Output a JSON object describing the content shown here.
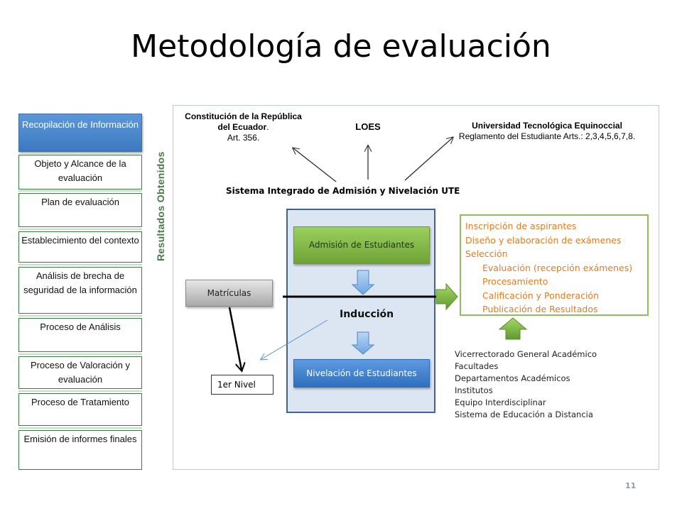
{
  "title": "Metodología de evaluación",
  "sidebar": {
    "items": [
      {
        "label": "Recopilación de Información"
      },
      {
        "label": "Objeto y Alcance de la evaluación"
      },
      {
        "label": "Plan de evaluación"
      },
      {
        "label": "Establecimiento del contexto"
      },
      {
        "label": "Análisis de brecha de seguridad de la información"
      },
      {
        "label": "Proceso de Análisis"
      },
      {
        "label": "Proceso de Valoración y evaluación"
      },
      {
        "label": "Proceso de Tratamiento"
      },
      {
        "label": "Emisión de informes finales"
      }
    ],
    "vertical_label": "Resultados Obtenidos"
  },
  "diagram": {
    "constitucion": {
      "bold": "Constitución de la República del Ecuador",
      "rest": ".",
      "article": "Art. 356."
    },
    "loes": "LOES",
    "ute": {
      "bold": "Universidad Tecnológica Equinoccial",
      "detail": "Reglamento del Estudiante Arts.: 2,3,4,5,6,7,8."
    },
    "sistema": "Sistema Integrado de Admisión y Nivelación UTE",
    "admision": "Admisión de Estudiantes",
    "induccion": "Inducción",
    "nivelacion": "Nivelación de Estudiantes",
    "matriculas": "Matrículas",
    "primer_nivel": "1er Nivel",
    "process_list": [
      {
        "text": "Inscripción de aspirantes",
        "indent": false
      },
      {
        "text": "Diseño y elaboración de exámenes",
        "indent": false
      },
      {
        "text": "Selección",
        "indent": false
      },
      {
        "text": "Evaluación (recepción exámenes)",
        "indent": true
      },
      {
        "text": "Procesamiento",
        "indent": true
      },
      {
        "text": "Calificación y Ponderación",
        "indent": true
      },
      {
        "text": "Publicación de Resultados",
        "indent": true
      }
    ],
    "institutions": [
      "Vicerrectorado General Académico",
      "Facultades",
      "Departamentos Académicos",
      "Institutos",
      "Equipo Interdisciplinar",
      "Sistema de Educación a Distancia"
    ]
  },
  "page_number": "11",
  "colors": {
    "accent_blue": "#3d79c0",
    "accent_green": "#7ab648",
    "orange_text": "#e07b22"
  }
}
